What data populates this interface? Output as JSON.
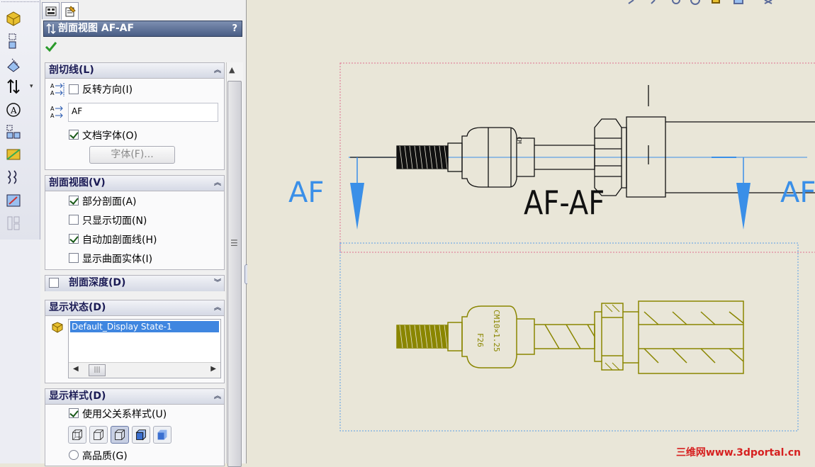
{
  "toolbar": {
    "icons": [
      "model-view-icon",
      "projected-view-icon",
      "auxiliary-view-icon",
      "section-view-icon",
      "detail-view-icon",
      "broken-view-icon",
      "crop-view-icon",
      "break-view-icon",
      "alternate-position-icon",
      "predefined-view-icon"
    ],
    "dropdown_glyph": "▾"
  },
  "property_manager": {
    "tabs": [
      "property-manager-tab",
      "configuration-tab"
    ],
    "title": "剖面视图 AF-AF",
    "help": "?",
    "section_line": {
      "title": "剖切线(L)",
      "reverse_direction": "反转方向(I)",
      "label_value": "AF",
      "document_font": "文档字体(O)",
      "font_button": "字体(F)..."
    },
    "section_view": {
      "title": "剖面视图(V)",
      "partial_section": "部分剖面(A)",
      "show_slice_only": "只显示切面(N)",
      "auto_hatching": "自动加剖面线(H)",
      "show_surface_bodies": "显示曲面实体(I)"
    },
    "section_depth": {
      "title": "剖面深度(D)"
    },
    "display_state": {
      "title": "显示状态(D)",
      "selected_state": "Default_Display State-1",
      "scroll_thumb": "|||"
    },
    "display_style": {
      "title": "显示样式(D)",
      "use_parent_style": "使用父关系样式(U)",
      "high_quality": "高品质(G)"
    }
  },
  "drawing": {
    "left_section_label": "AF",
    "right_section_label": "AF",
    "view_label": "AF-AF",
    "engraving_1": "F26",
    "engraving_2": "CM10×1.25",
    "engraving_top": "CM",
    "watermark": "三维网www.3dportal.cn",
    "colors": {
      "section_arrow": "#3a8fe8",
      "section_view": "#8a8600",
      "boundary_red": "#e07090",
      "boundary_blue": "#5a9ee6"
    }
  }
}
